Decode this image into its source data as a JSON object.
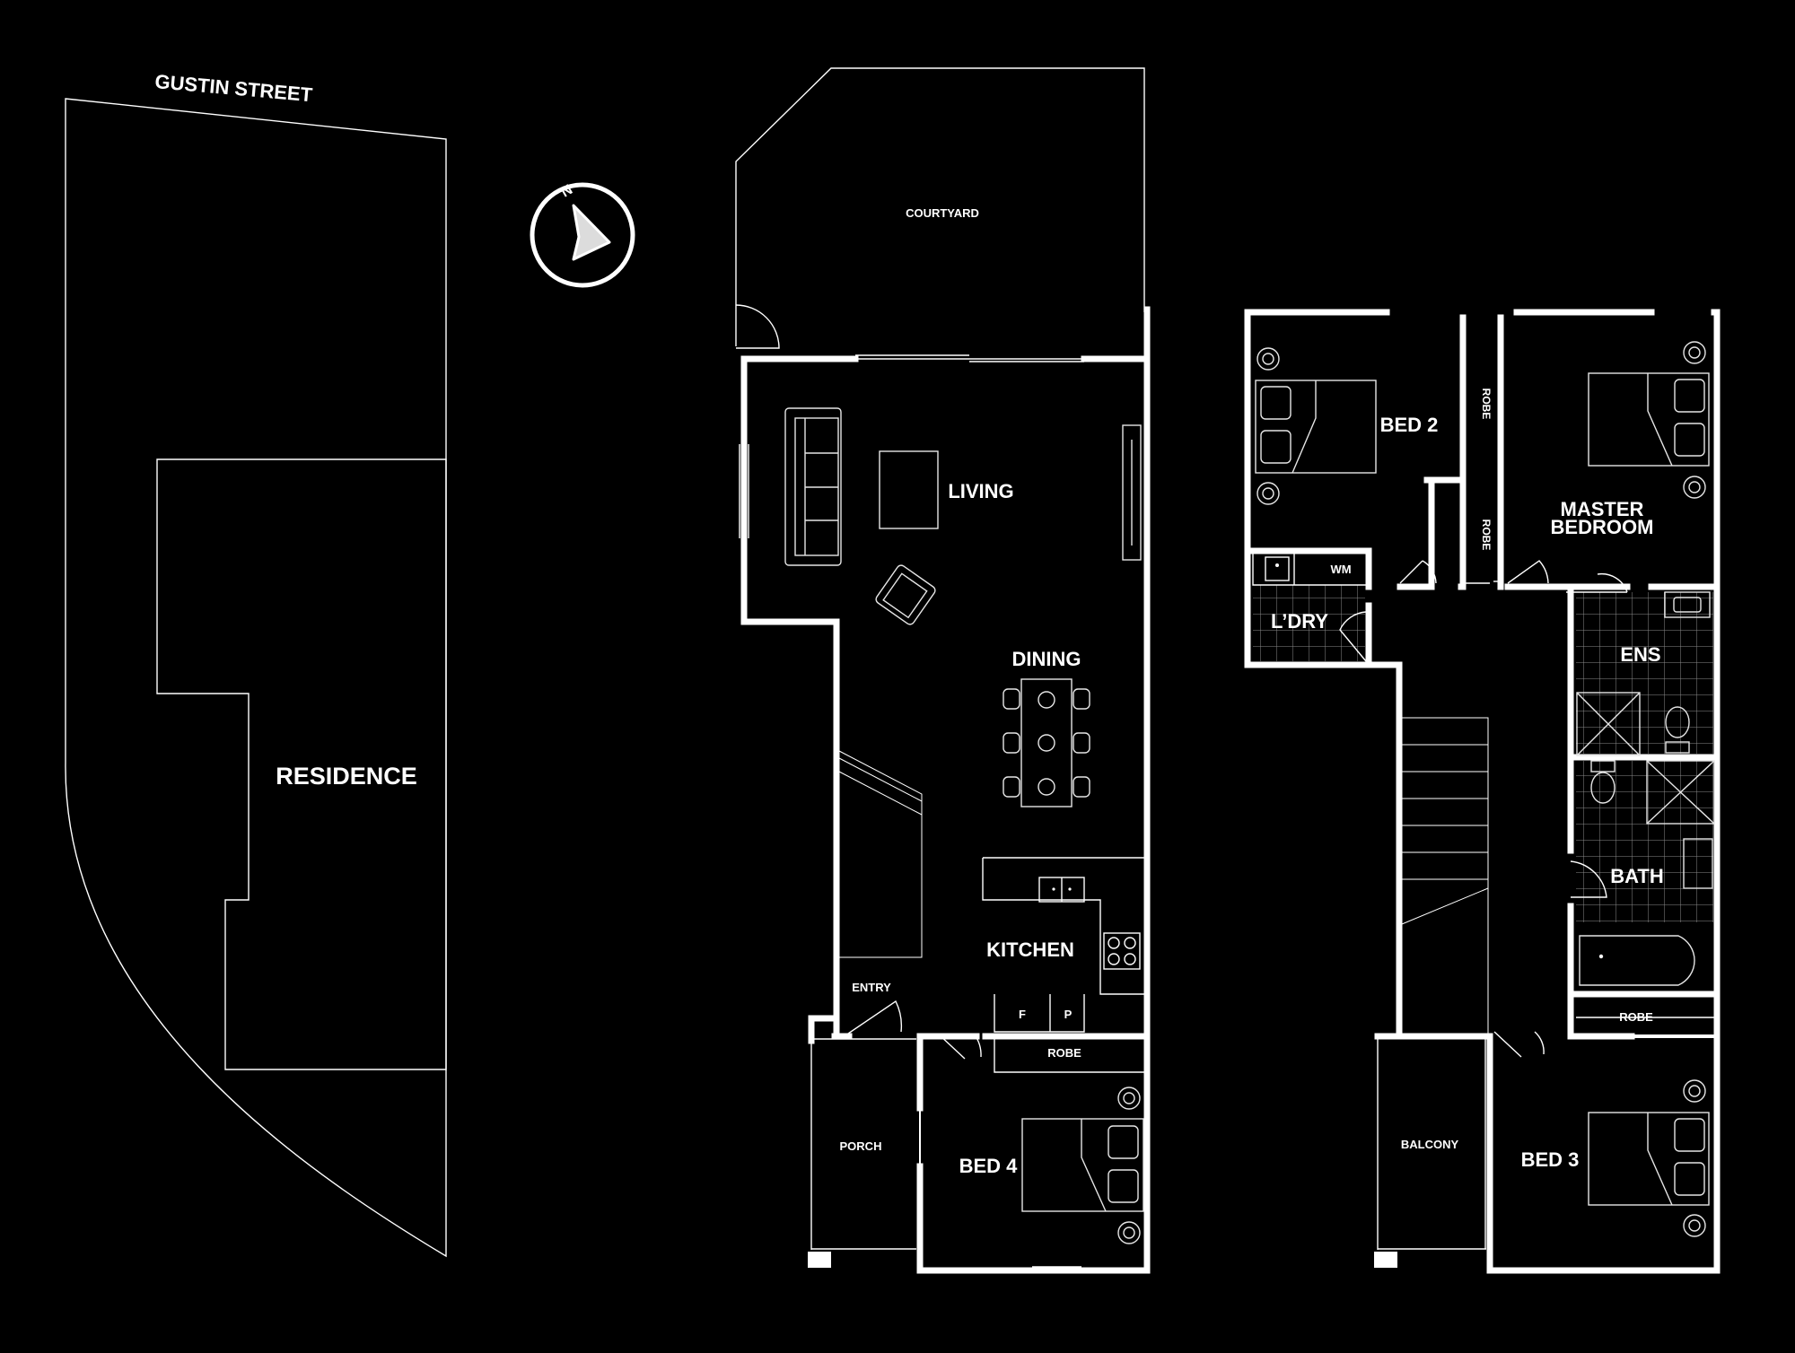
{
  "street": "GUSTIN STREET",
  "compass": {
    "letter": "N",
    "icon": "north-arrow-icon"
  },
  "site": {
    "residence": "RESIDENCE"
  },
  "ground_floor": {
    "courtyard": "COURTYARD",
    "living": "LIVING",
    "dining": "DINING",
    "kitchen": "KITCHEN",
    "fridge": "F",
    "pantry": "P",
    "entry": "ENTRY",
    "robe": "ROBE",
    "porch": "PORCH",
    "bed4": "BED 4"
  },
  "first_floor": {
    "bed2": "BED 2",
    "robe_a": "ROBE",
    "robe_b": "ROBE",
    "master_line1": "MASTER",
    "master_line2": "BEDROOM",
    "wm": "WM",
    "laundry": "L’DRY",
    "ensuite": "ENS",
    "bath": "BATH",
    "robe_c": "ROBE",
    "balcony": "BALCONY",
    "bed3": "BED 3"
  },
  "colors": {
    "background": "#000000",
    "lines": "#ffffff"
  }
}
